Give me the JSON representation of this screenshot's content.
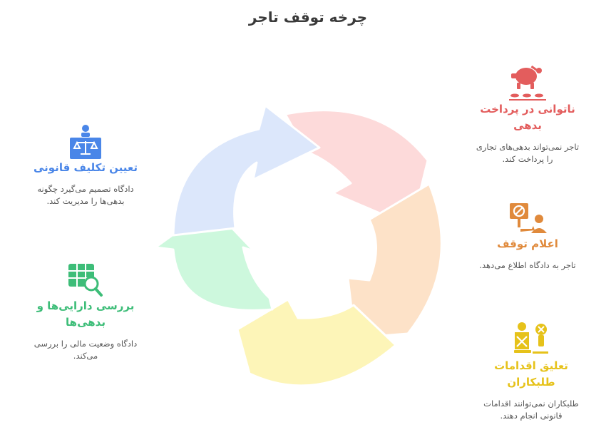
{
  "title": "چرخه توقف تاجر",
  "colors": {
    "red": "#e35d5d",
    "orange": "#e08a3c",
    "yellow": "#e6c21a",
    "blue": "#4a86e8",
    "green": "#3dbd78",
    "segment_red": "#fddada",
    "segment_orange": "#fde2c8",
    "segment_yellow": "#fdf5b8",
    "segment_green": "#cdf8dd",
    "segment_blue": "#dce7fb"
  },
  "steps": {
    "inability": {
      "icon": "piggy-bank-icon",
      "heading": "ناتوانی در پرداخت بدهی",
      "desc": "تاجر نمی‌تواند بدهی‌های تجاری را پرداخت کند."
    },
    "declaration": {
      "icon": "announcement-icon",
      "heading": "اعلام توقف",
      "desc": "تاجر به دادگاه اطلاع می‌دهد."
    },
    "suspension": {
      "icon": "legal-pause-icon",
      "heading": "تعلیق اقدامات طلبکاران",
      "desc": "طلبکاران نمی‌توانند اقدامات قانونی انجام دهند."
    },
    "review": {
      "icon": "table-search-icon",
      "heading": "بررسی دارایی‌ها و بدهی‌ها",
      "desc": "دادگاه وضعیت مالی را بررسی می‌کند."
    },
    "determination": {
      "icon": "judge-scales-icon",
      "heading": "تعیین تکلیف قانونی",
      "desc": "دادگاه تصمیم می‌گیرد چگونه بدهی‌ها را مدیریت کند."
    }
  }
}
